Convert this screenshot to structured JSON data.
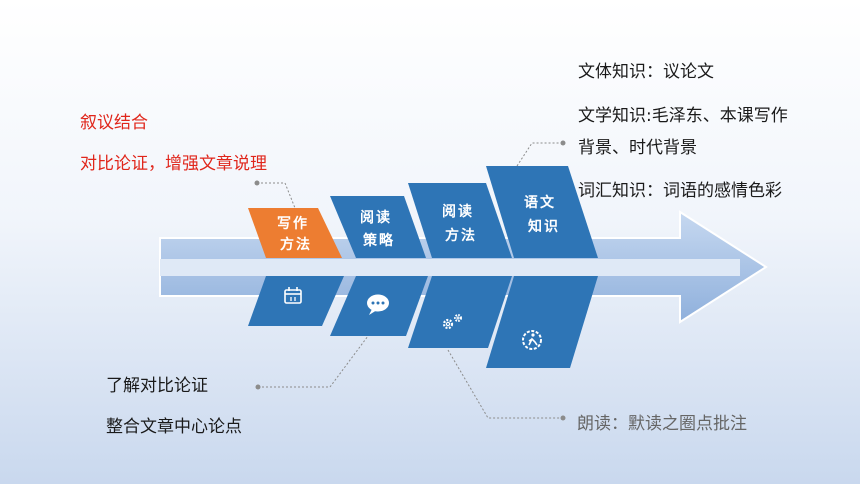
{
  "left_notes": {
    "writing_line1": "叙议结合",
    "writing_line2": "对比论证，增强文章说理",
    "strategy_line1": "了解对比论证",
    "strategy_line2": "整合文章中心论点"
  },
  "right_notes": {
    "genre": "文体知识：议论文",
    "literature_line1": "文学知识:毛泽东、本课写作",
    "literature_line2": "背景、时代背景",
    "vocabulary": "词汇知识：词语的感情色彩",
    "reading_method": "朗读：默读之圈点批注"
  },
  "blocks": [
    {
      "line1": "写作",
      "line2": "方法",
      "icon": "calendar-icon",
      "color": "#ed7d31"
    },
    {
      "line1": "阅读",
      "line2": "策略",
      "icon": "chat-bubble-icon",
      "color": "#2e75b6"
    },
    {
      "line1": "阅读",
      "line2": "方法",
      "icon": "gears-icon",
      "color": "#2e75b6"
    },
    {
      "line1": "语文",
      "line2": "知识",
      "icon": "runner-gear-icon",
      "color": "#2e75b6"
    }
  ],
  "colors": {
    "accent_orange": "#ed7d31",
    "block_blue": "#2e75b6",
    "arrow_blue": "#a9c4e8",
    "note_red": "#e0261b"
  }
}
